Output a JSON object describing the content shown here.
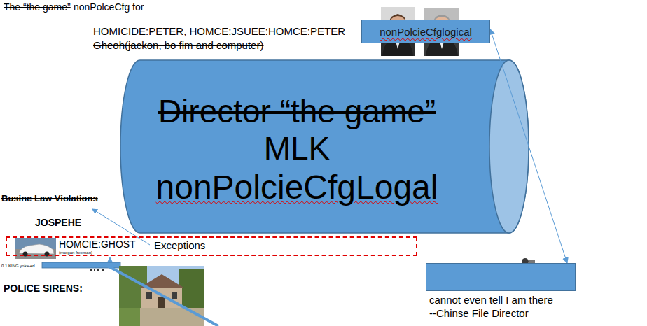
{
  "diagram": {
    "nodes": [
      {
        "text": [
          "nonPolcieCfglogical"
        ]
      },
      {
        "text": [
          "Director “the game”",
          "MLK",
          "nonPolcieCfgLogal"
        ]
      },
      {
        "text": [
          "HOMCIE:GHOST",
          "(morgan freeman)",
          "Exceptions"
        ]
      },
      {
        "text": [
          "cannot even tell I am there",
          "--Chinse File Director"
        ]
      }
    ],
    "edges": [
      {
        "from": 0,
        "to": 3,
        "arrow": "both"
      }
    ],
    "labels": [
      "The “the game”",
      "nonPolceCfg for",
      "HOMICIDE:PETER, HOMCE:JSUEE:HOMCE:PETER",
      "Gheoh(jackon, bo fim and computer)",
      "Busine Law Violations",
      "JOSPEHE",
      "0.1 KING.yoke-erl",
      "POLICE SIRENS:"
    ]
  }
}
